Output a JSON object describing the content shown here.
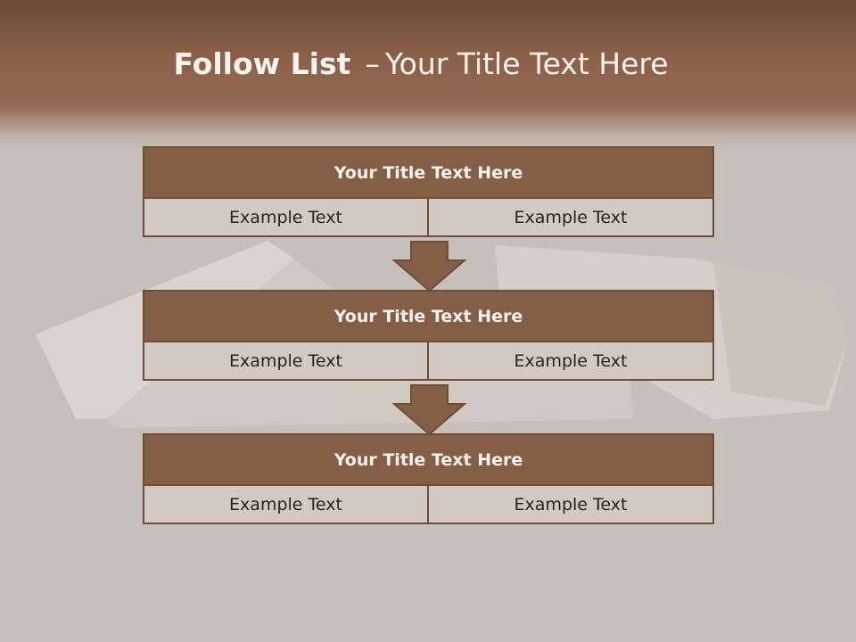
{
  "title": {
    "bold_part": "Follow List",
    "separator": "–",
    "normal_part": "Your Title Text Here"
  },
  "steps": [
    {
      "title": "Your Title Text Here",
      "left": "Example Text",
      "right": "Example Text"
    },
    {
      "title": "Your Title Text Here",
      "left": "Example Text",
      "right": "Example Text"
    },
    {
      "title": "Your Title Text Here",
      "left": "Example Text",
      "right": "Example Text"
    }
  ],
  "colors": {
    "header": "#855f45",
    "border": "#6e4e39",
    "cell": "#d4c8c3",
    "background": "#c6c0bb"
  }
}
